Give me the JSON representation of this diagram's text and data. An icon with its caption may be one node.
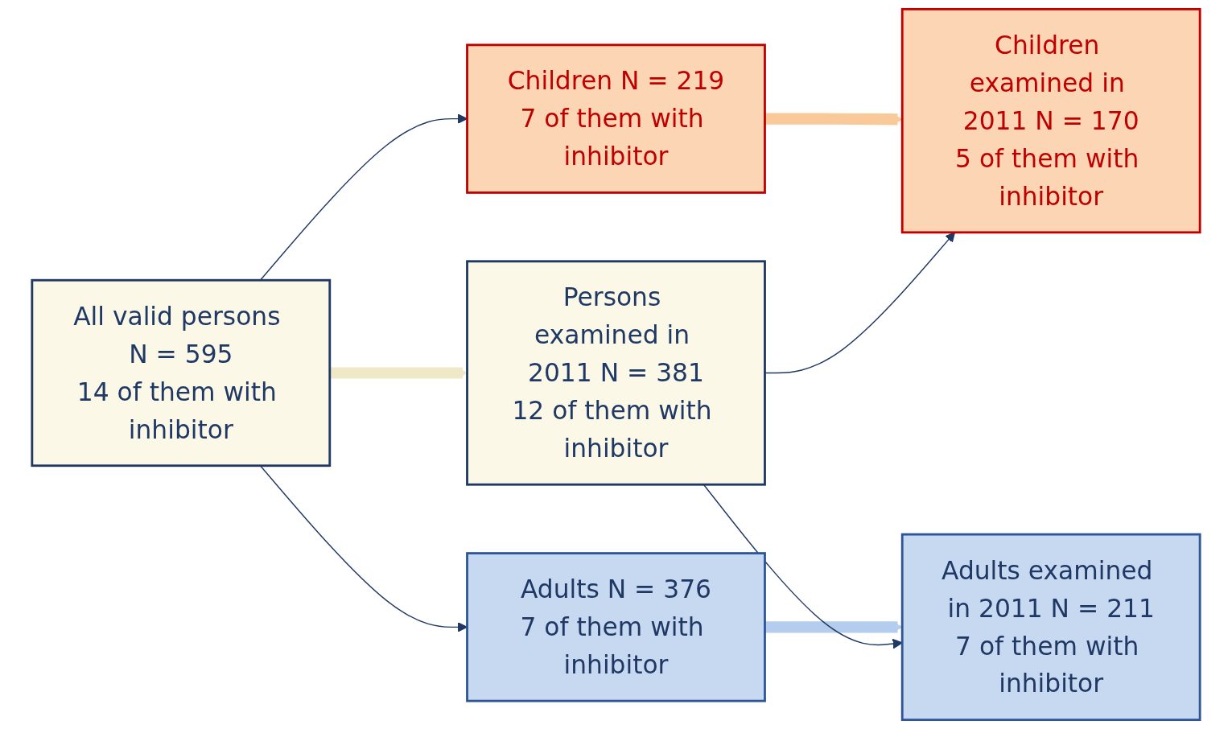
{
  "diagram": {
    "nodes": [
      {
        "text": [
          "All valid persons N = 595",
          "14 of them with inhibitor"
        ]
      },
      {
        "text": [
          "Persons examined in 2011 N = 381",
          "12 of them with inhibitor"
        ]
      },
      {
        "text": [
          "Children N = 219",
          "7 of them with inhibitor"
        ]
      },
      {
        "text": [
          "Children examined in 2011 N = 170",
          "5 of them with inhibitor"
        ]
      },
      {
        "text": [
          "Adults N = 376",
          "7 of them with inhibitor"
        ]
      },
      {
        "text": [
          "Adults examined in 2011 N = 211",
          "7 of them with inhibitor"
        ]
      }
    ],
    "edges": [
      {
        "from": 0,
        "to": 1,
        "arrow": "to",
        "style": "thick",
        "color": "#efe9c8"
      },
      {
        "from": 2,
        "to": 3,
        "arrow": "to",
        "style": "thick",
        "color": "#f9c99a"
      },
      {
        "from": 4,
        "to": 5,
        "arrow": "to",
        "style": "thick",
        "color": "#b4cdee"
      },
      {
        "from": 0,
        "to": 2,
        "arrow": "to"
      },
      {
        "from": 0,
        "to": 4,
        "arrow": "to"
      },
      {
        "from": 1,
        "to": 3,
        "arrow": "to"
      },
      {
        "from": 1,
        "to": 5,
        "arrow": "to"
      }
    ]
  }
}
